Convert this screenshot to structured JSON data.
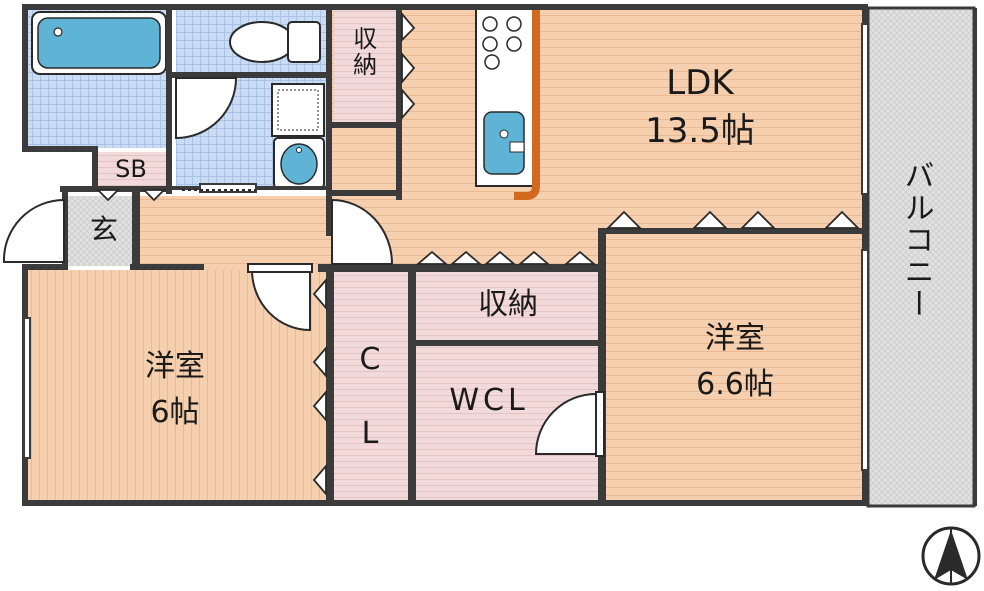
{
  "rooms": {
    "ldk": {
      "name": "LDK",
      "size": "13.5帖"
    },
    "western_right": {
      "name": "洋室",
      "size": "6.6帖"
    },
    "western_left": {
      "name": "洋室",
      "size": "6帖"
    },
    "storage_top": {
      "label": "収納"
    },
    "storage_mid": {
      "label": "収納"
    },
    "closet": {
      "label": "C L"
    },
    "wcl": {
      "label": "WCL"
    },
    "sb": {
      "label": "SB"
    },
    "entrance": {
      "label": "玄"
    },
    "balcony": {
      "label": "バルコニー"
    }
  },
  "colors": {
    "floor": "#f6cfae",
    "wall": "#3b3b3b",
    "bath_tile": "#c9dcf3",
    "fixture": "#5fb4d6",
    "storage": "#f2dada",
    "balcony": "#e2e2e2",
    "counter": "#d2691e"
  }
}
